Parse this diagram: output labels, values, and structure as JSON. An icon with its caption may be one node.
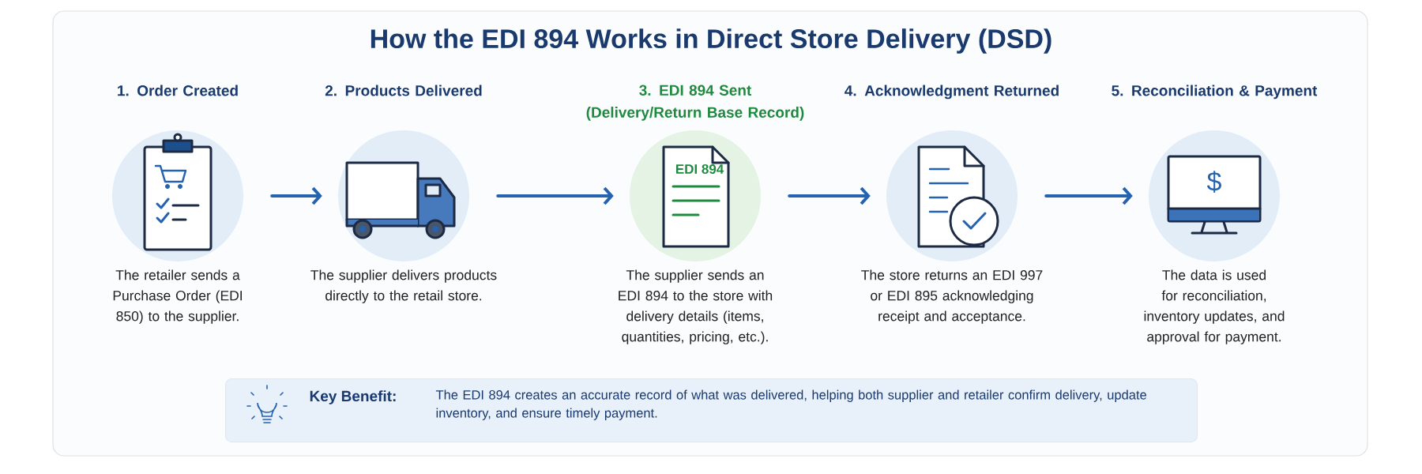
{
  "diagram": {
    "title": "How the EDI 894 Works in Direct Store Delivery (DSD)",
    "nodes": [
      {
        "text": [
          "1. Order Created",
          "The retailer sends a Purchase Order (EDI 850) to the supplier."
        ]
      },
      {
        "text": [
          "2. Products Delivered",
          "The supplier delivers products directly to the retail store."
        ]
      },
      {
        "text": [
          "3. EDI 894 Sent (Delivery/Return Base Record)",
          "EDI 894",
          "The supplier sends an EDI 894 to the store with delivery details (items, quantities, pricing, etc.)."
        ]
      },
      {
        "text": [
          "4. Acknowledgment Returned",
          "The store returns an EDI 997 or EDI 895 acknowledging receipt and acceptance."
        ]
      },
      {
        "text": [
          "5. Reconciliation & Payment",
          "$",
          "The data is used for reconciliation, inventory updates, and approval for payment."
        ]
      },
      {
        "text": [
          "Key Benefit:",
          "The EDI 894 creates an accurate record of what was delivered, helping both supplier and retailer confirm delivery, update inventory, and ensure timely payment."
        ]
      }
    ],
    "edges": [
      {
        "from": 0,
        "to": 1,
        "arrow": "to"
      },
      {
        "from": 1,
        "to": 2,
        "arrow": "to"
      },
      {
        "from": 2,
        "to": 3,
        "arrow": "to"
      },
      {
        "from": 3,
        "to": 4,
        "arrow": "to"
      }
    ]
  }
}
